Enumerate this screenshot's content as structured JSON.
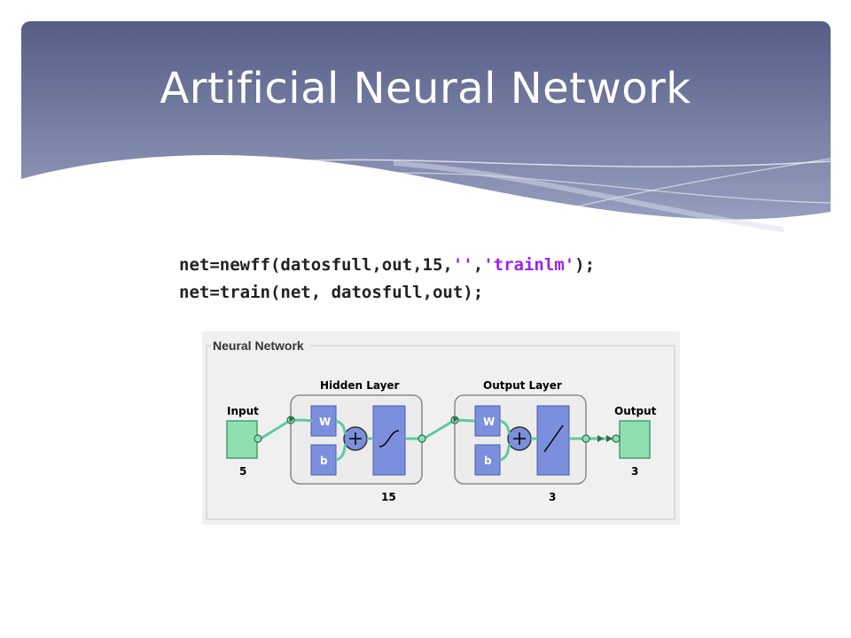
{
  "slide": {
    "title": "Artificial Neural Network",
    "colors": {
      "header_top": "#555d86",
      "header_bottom": "#9aa3c2",
      "string_literal": "#a020f0"
    }
  },
  "code": {
    "line1_pre": "net=newff(datosfull,out,15,",
    "line1_str1": "''",
    "line1_comma": ",",
    "line1_str2": "'trainlm'",
    "line1_post": ");",
    "line2": "net=train(net, datosfull,out);"
  },
  "diagram": {
    "panel_title": "Neural Network",
    "input": {
      "label": "Input",
      "size": "5"
    },
    "hidden": {
      "label": "Hidden Layer",
      "weight": "W",
      "bias": "b",
      "size": "15",
      "transfer": "sigmoid-icon"
    },
    "output_layer": {
      "label": "Output Layer",
      "weight": "W",
      "bias": "b",
      "size": "3",
      "transfer": "linear-icon"
    },
    "output": {
      "label": "Output",
      "size": "3"
    },
    "colors": {
      "node": "#7b8fdc",
      "io": "#8fe0b0",
      "connector": "#5fc9a0"
    }
  }
}
